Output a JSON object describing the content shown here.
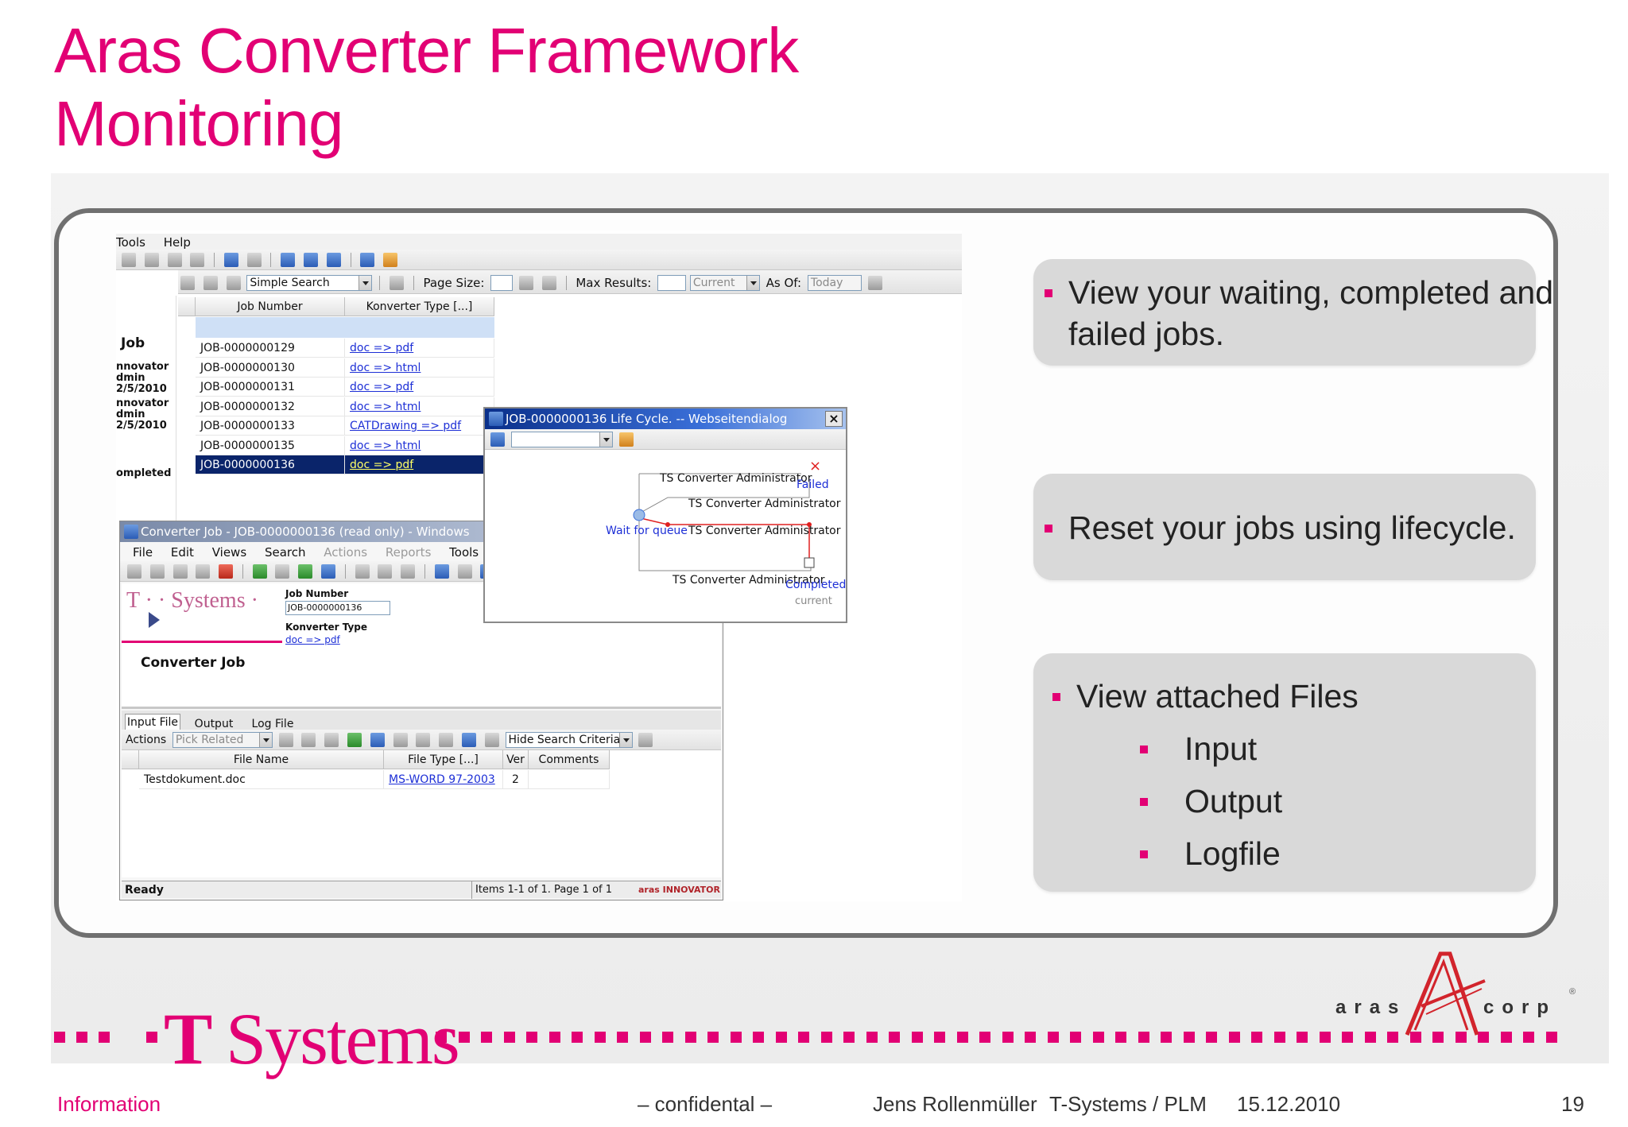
{
  "slide": {
    "title_line1": "Aras Converter Framework",
    "title_line2": "Monitoring"
  },
  "colors": {
    "accent": "#e20074",
    "frame": "#707070",
    "box": "#d9d9d9"
  },
  "main_window": {
    "menu": [
      "Tools",
      "Help"
    ],
    "search_mode": "Simple Search",
    "page_size_label": "Page Size:",
    "max_results_label": "Max Results:",
    "current_value": "Current",
    "as_of_label": "As Of:",
    "as_of_value": "Today",
    "columns": [
      "Job Number",
      "Konverter Type [...]"
    ],
    "rows": [
      {
        "job": "JOB-0000000129",
        "type": "doc => pdf"
      },
      {
        "job": "JOB-0000000130",
        "type": "doc => html"
      },
      {
        "job": "JOB-0000000131",
        "type": "doc => pdf"
      },
      {
        "job": "JOB-0000000132",
        "type": "doc => html"
      },
      {
        "job": "JOB-0000000133",
        "type": "CATDrawing => pdf"
      },
      {
        "job": "JOB-0000000135",
        "type": "doc => html"
      },
      {
        "job": "JOB-0000000136",
        "type": "doc => pdf"
      }
    ],
    "selected_row": 6,
    "sidebar": {
      "heading": "Job",
      "lines": [
        "nnovator",
        "dmin",
        "2/5/2010",
        "nnovator",
        "dmin",
        "2/5/2010"
      ],
      "status": "ompleted"
    }
  },
  "job_window": {
    "title": "Converter Job - JOB-0000000136 (read only) - Windows",
    "menu": [
      "File",
      "Edit",
      "Views",
      "Search",
      "Actions",
      "Reports",
      "Tools"
    ],
    "menu_disabled": [
      false,
      false,
      false,
      false,
      true,
      true,
      false
    ],
    "logo_text": "T · · Systems ·",
    "form_title": "Converter Job",
    "job_number_label": "Job Number",
    "job_number_value": "JOB-0000000136",
    "konverter_type_label": "Konverter Type",
    "konverter_type_value": "doc => pdf",
    "tabs": [
      "Input File",
      "Output File",
      "Log File"
    ],
    "actions_label": "Actions",
    "pick_related": "Pick Related",
    "hide_search": "Hide Search Criteria",
    "file_columns": [
      "File Name",
      "File Type [...]",
      "Ver",
      "Comments"
    ],
    "file_rows": [
      {
        "name": "Testdokument.doc",
        "type": "MS-WORD 97-2003",
        "ver": "2",
        "comments": ""
      }
    ],
    "status_left": "Ready",
    "status_mid": "Items 1-1 of 1. Page 1 of 1",
    "status_brand": "aras INNOVATOR"
  },
  "lifecycle_dialog": {
    "title": "JOB-0000000136 Life Cycle. -- Webseitendialog",
    "close": "×",
    "admin1": "TS Converter Administrator",
    "admin2": "TS Converter Administrator",
    "admin3": "TS Converter Administrator",
    "admin4": "TS Converter Administrator",
    "state_failed": "Failed",
    "state_wait": "Wait for queue",
    "state_completed": "Completed",
    "state_current": "current"
  },
  "bullets": {
    "box1": [
      "View your waiting, completed and",
      "failed jobs."
    ],
    "box2": [
      "Reset your jobs using lifecycle."
    ],
    "box3_main": "View attached Files",
    "box3_sub": [
      "Input",
      "Output",
      "Logfile"
    ]
  },
  "logos": {
    "tsystems_T": "T",
    "tsystems_word": "Systems",
    "aras": "aras",
    "corp": "corp",
    "reg": "®"
  },
  "footer": {
    "classification": "Information",
    "confidential": "– confidental –",
    "author": "Jens Rollenmüller",
    "org": "T-Systems / PLM",
    "date": "15.12.2010",
    "page": "19"
  }
}
